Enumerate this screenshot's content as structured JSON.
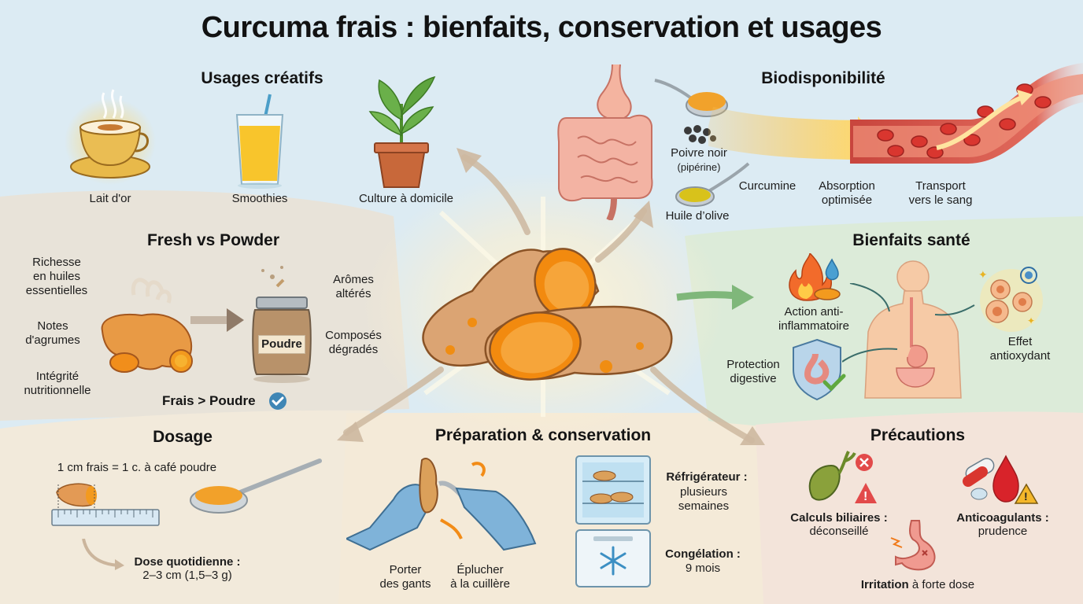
{
  "title": "Curcuma frais : bienfaits, conservation et usages",
  "colors": {
    "sky": "#dcebf3",
    "beige_panel": "#e9e3d8",
    "cream_panel": "#f3ead9",
    "green_panel": "#dcebd9",
    "pink_panel": "#f3e4db",
    "turmeric_orange": "#f39a1e",
    "arrow_tan": "#cbb59c",
    "arrow_green": "#7fb77a",
    "check_blue": "#3f86b5"
  },
  "sections": {
    "usages": {
      "title": "Usages créatifs",
      "items": [
        {
          "icon": "golden-milk-cup-icon",
          "label": "Lait d'or"
        },
        {
          "icon": "smoothie-glass-icon",
          "label": "Smoothies"
        },
        {
          "icon": "potted-plant-icon",
          "label": "Culture à domicile"
        }
      ]
    },
    "bio": {
      "title": "Biodisponibilité",
      "labels": {
        "pepper_line1": "Poivre noir",
        "pepper_line2": "(pipérine)",
        "oil": "Huile d’olive",
        "curcumin": "Curcumine",
        "absorption_line1": "Absorption",
        "absorption_line2": "optimisée",
        "transport_line1": "Transport",
        "transport_line2": "vers le sang"
      }
    },
    "fresh": {
      "title": "Fresh vs Powder",
      "fresh_points": [
        {
          "line1": "Richesse",
          "line2": "en huiles",
          "line3": "essentielles"
        },
        {
          "line1": "Notes",
          "line2": "d'agrumes"
        },
        {
          "line1": "Intégrité",
          "line2": "nutritionnelle"
        }
      ],
      "jar_label": "Poudre",
      "powder_points": [
        {
          "line1": "Arômes",
          "line2": "altérés"
        },
        {
          "line1": "Composés",
          "line2": "dégradés"
        }
      ],
      "verdict": "Frais > Poudre"
    },
    "health": {
      "title": "Bienfaits santé",
      "items": [
        {
          "line1": "Action anti-",
          "line2": "inflammatoire"
        },
        {
          "line1": "Protection",
          "line2": "digestive"
        },
        {
          "line1": "Effet",
          "line2": "antioxydant"
        }
      ]
    },
    "dosage": {
      "title": "Dosage",
      "equivalence": "1 cm frais = 1 c. à café poudre",
      "daily_label": "Dose quotidienne :",
      "daily_value": "2–3 cm (1,5–3 g)"
    },
    "prep": {
      "title": "Préparation & conservation",
      "gloves_line1": "Porter",
      "gloves_line2": "des gants",
      "peel_line1": "Éplucher",
      "peel_line2": "à la cuillère",
      "fridge_label": "Réfrigérateur :",
      "fridge_line1": "plusieurs",
      "fridge_line2": "semaines",
      "freezer_label": "Congélation :",
      "freezer_value": "9 mois"
    },
    "precautions": {
      "title": "Précautions",
      "gallstones_label": "Calculs biliaires :",
      "gallstones_value": "déconseillé",
      "anticoag_label": "Anticoagulants :",
      "anticoag_value": "prudence",
      "irritation_bold": "Irritation",
      "irritation_rest": " à forte dose"
    }
  }
}
